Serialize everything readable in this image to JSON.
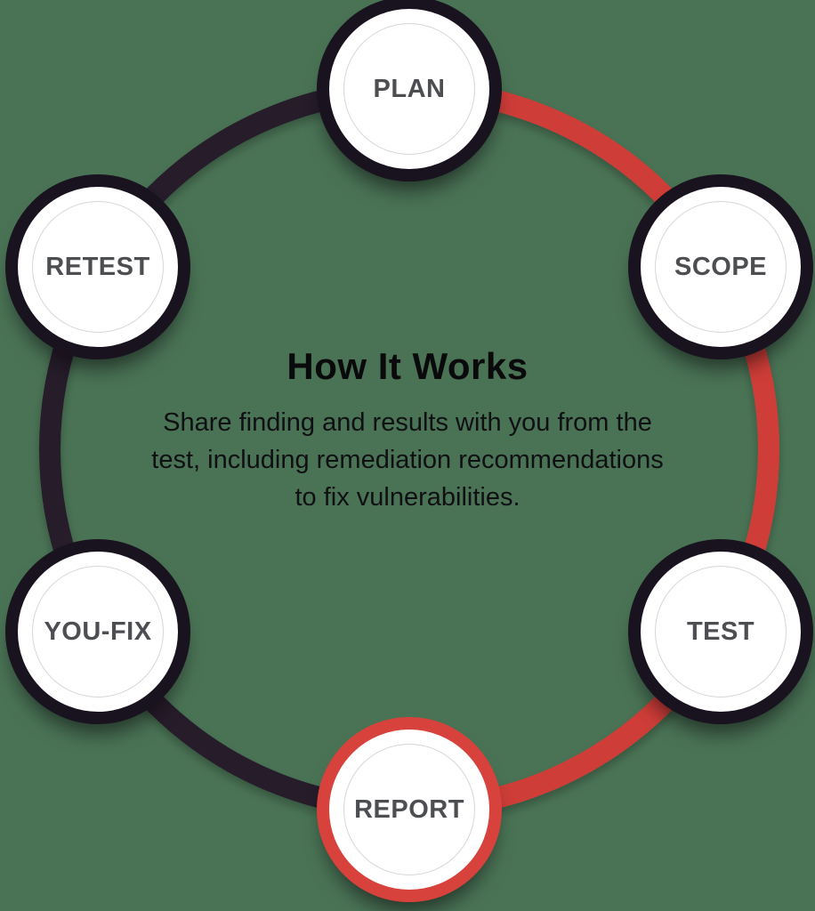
{
  "center": {
    "title": "How It Works",
    "description": "Share finding and results with you from the test, including remediation recommendations to fix vulnerabilities."
  },
  "steps": [
    {
      "label": "PLAN",
      "state": "default"
    },
    {
      "label": "SCOPE",
      "state": "default"
    },
    {
      "label": "TEST",
      "state": "default"
    },
    {
      "label": "REPORT",
      "state": "active"
    },
    {
      "label": "YOU-FIX",
      "state": "default"
    },
    {
      "label": "RETEST",
      "state": "default"
    }
  ],
  "colors": {
    "background": "#4a7355",
    "arc-red": "#ce3e39",
    "arc-dark": "#281a2b",
    "node-border-dark": "#191320",
    "node-border-active": "#d8423c",
    "label": "#4d4e52",
    "heading": "#0a0a0c",
    "body-text": "#101014"
  }
}
